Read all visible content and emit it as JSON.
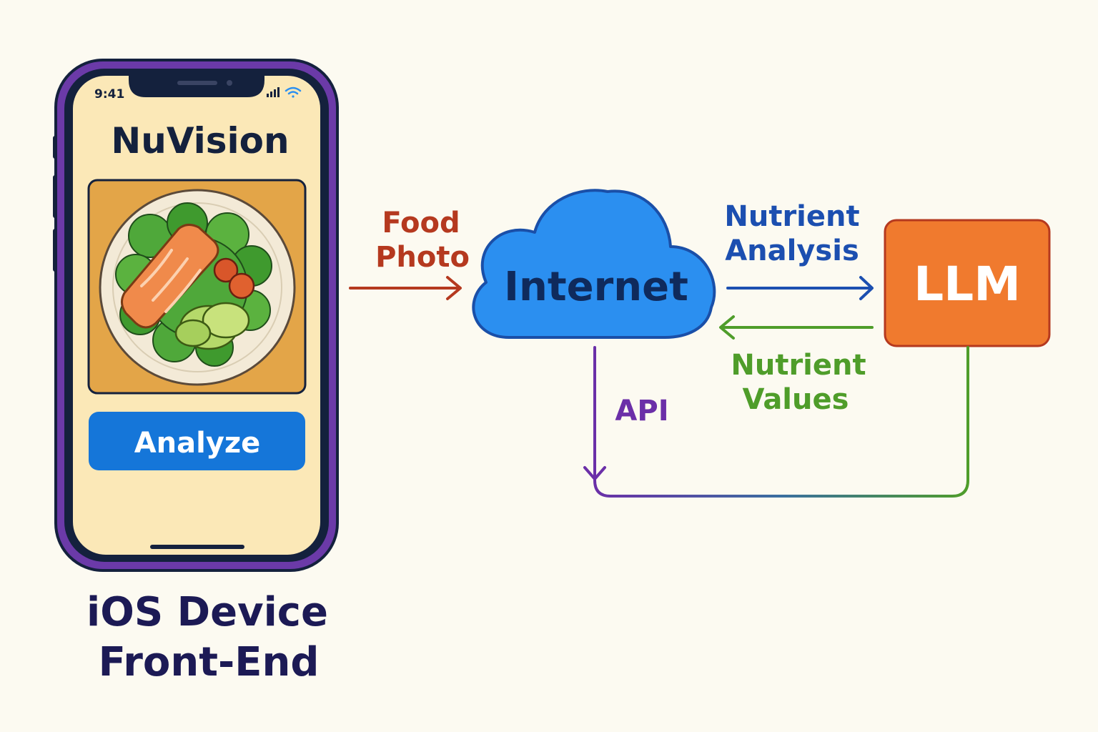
{
  "phone": {
    "status_time": "9:41",
    "app_title": "NuVision",
    "analyze_button_label": "Analyze"
  },
  "device_caption": {
    "line1": "iOS Device",
    "line2": "Front-End"
  },
  "flows": {
    "food_photo": {
      "line1": "Food",
      "line2": "Photo"
    },
    "nutrient_analysis": {
      "line1": "Nutrient",
      "line2": "Analysis"
    },
    "nutrient_values": {
      "line1": "Nutrient",
      "line2": "Values"
    },
    "api": "API"
  },
  "nodes": {
    "internet": "Internet",
    "llm": "LLM"
  },
  "colors": {
    "phone_frame": "#6b3aa8",
    "phone_bezel": "#14213d",
    "screen_bg": "#fbe8b7",
    "analyze_button": "#1576d9",
    "cloud": "#2b8ff0",
    "cloud_outline": "#1a4fa8",
    "llm_box": "#f07a2e",
    "food_photo_arrow": "#b5391f",
    "nutrient_analysis_arrow": "#1c4fb0",
    "nutrient_values_arrow": "#4f9d2a",
    "api_line": "#6b2fa8",
    "caption_text": "#1c1a55"
  }
}
